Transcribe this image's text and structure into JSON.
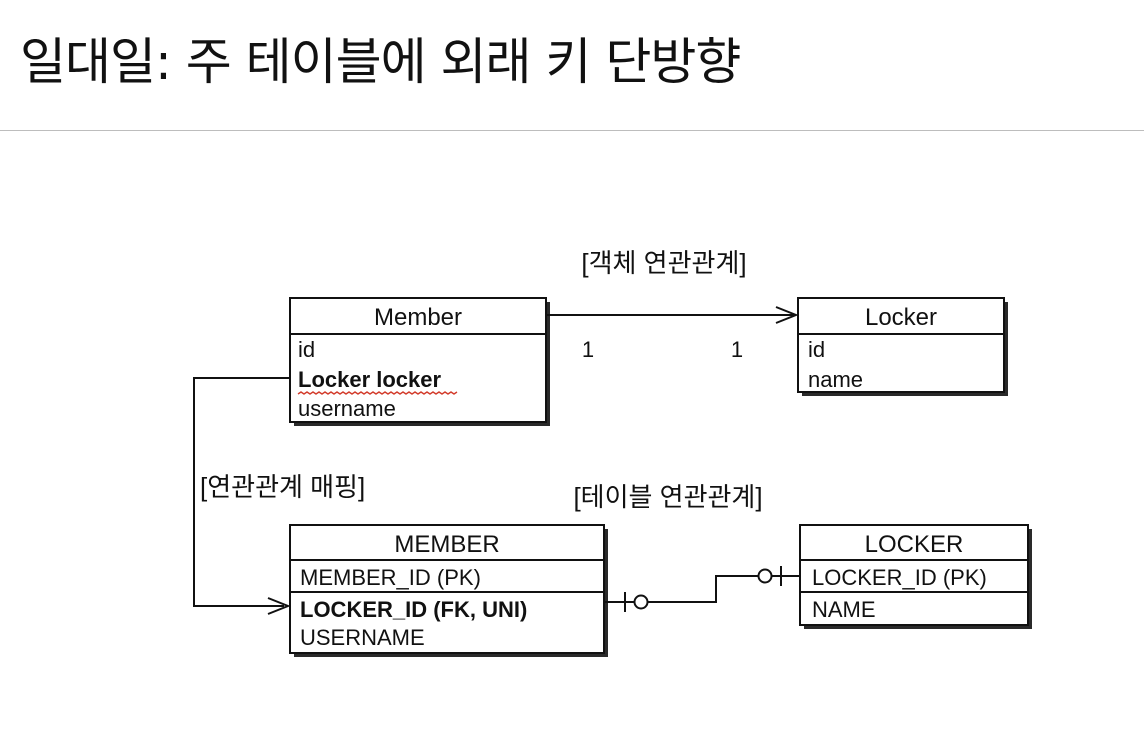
{
  "slide": {
    "title": "일대일: 주 테이블에 외래 키 단방향"
  },
  "diagram": {
    "object_section_label": "[객체 연관관계]",
    "mapping_label": "[연관관계 매핑]",
    "table_section_label": "[테이블 연관관계]",
    "multiplicity_left": "1",
    "multiplicity_right": "1",
    "entities": {
      "member": {
        "name": "Member",
        "fields": [
          "id",
          "Locker locker",
          "username"
        ]
      },
      "locker": {
        "name": "Locker",
        "fields": [
          "id",
          "name"
        ]
      }
    },
    "tables": {
      "member": {
        "name": "MEMBER",
        "columns": [
          "MEMBER_ID (PK)",
          "LOCKER_ID (FK, UNI)",
          "USERNAME"
        ]
      },
      "locker": {
        "name": "LOCKER",
        "columns": [
          "LOCKER_ID (PK)",
          "NAME"
        ]
      }
    },
    "colors": {
      "line": "#111111",
      "underline": "#d23a2a"
    }
  }
}
